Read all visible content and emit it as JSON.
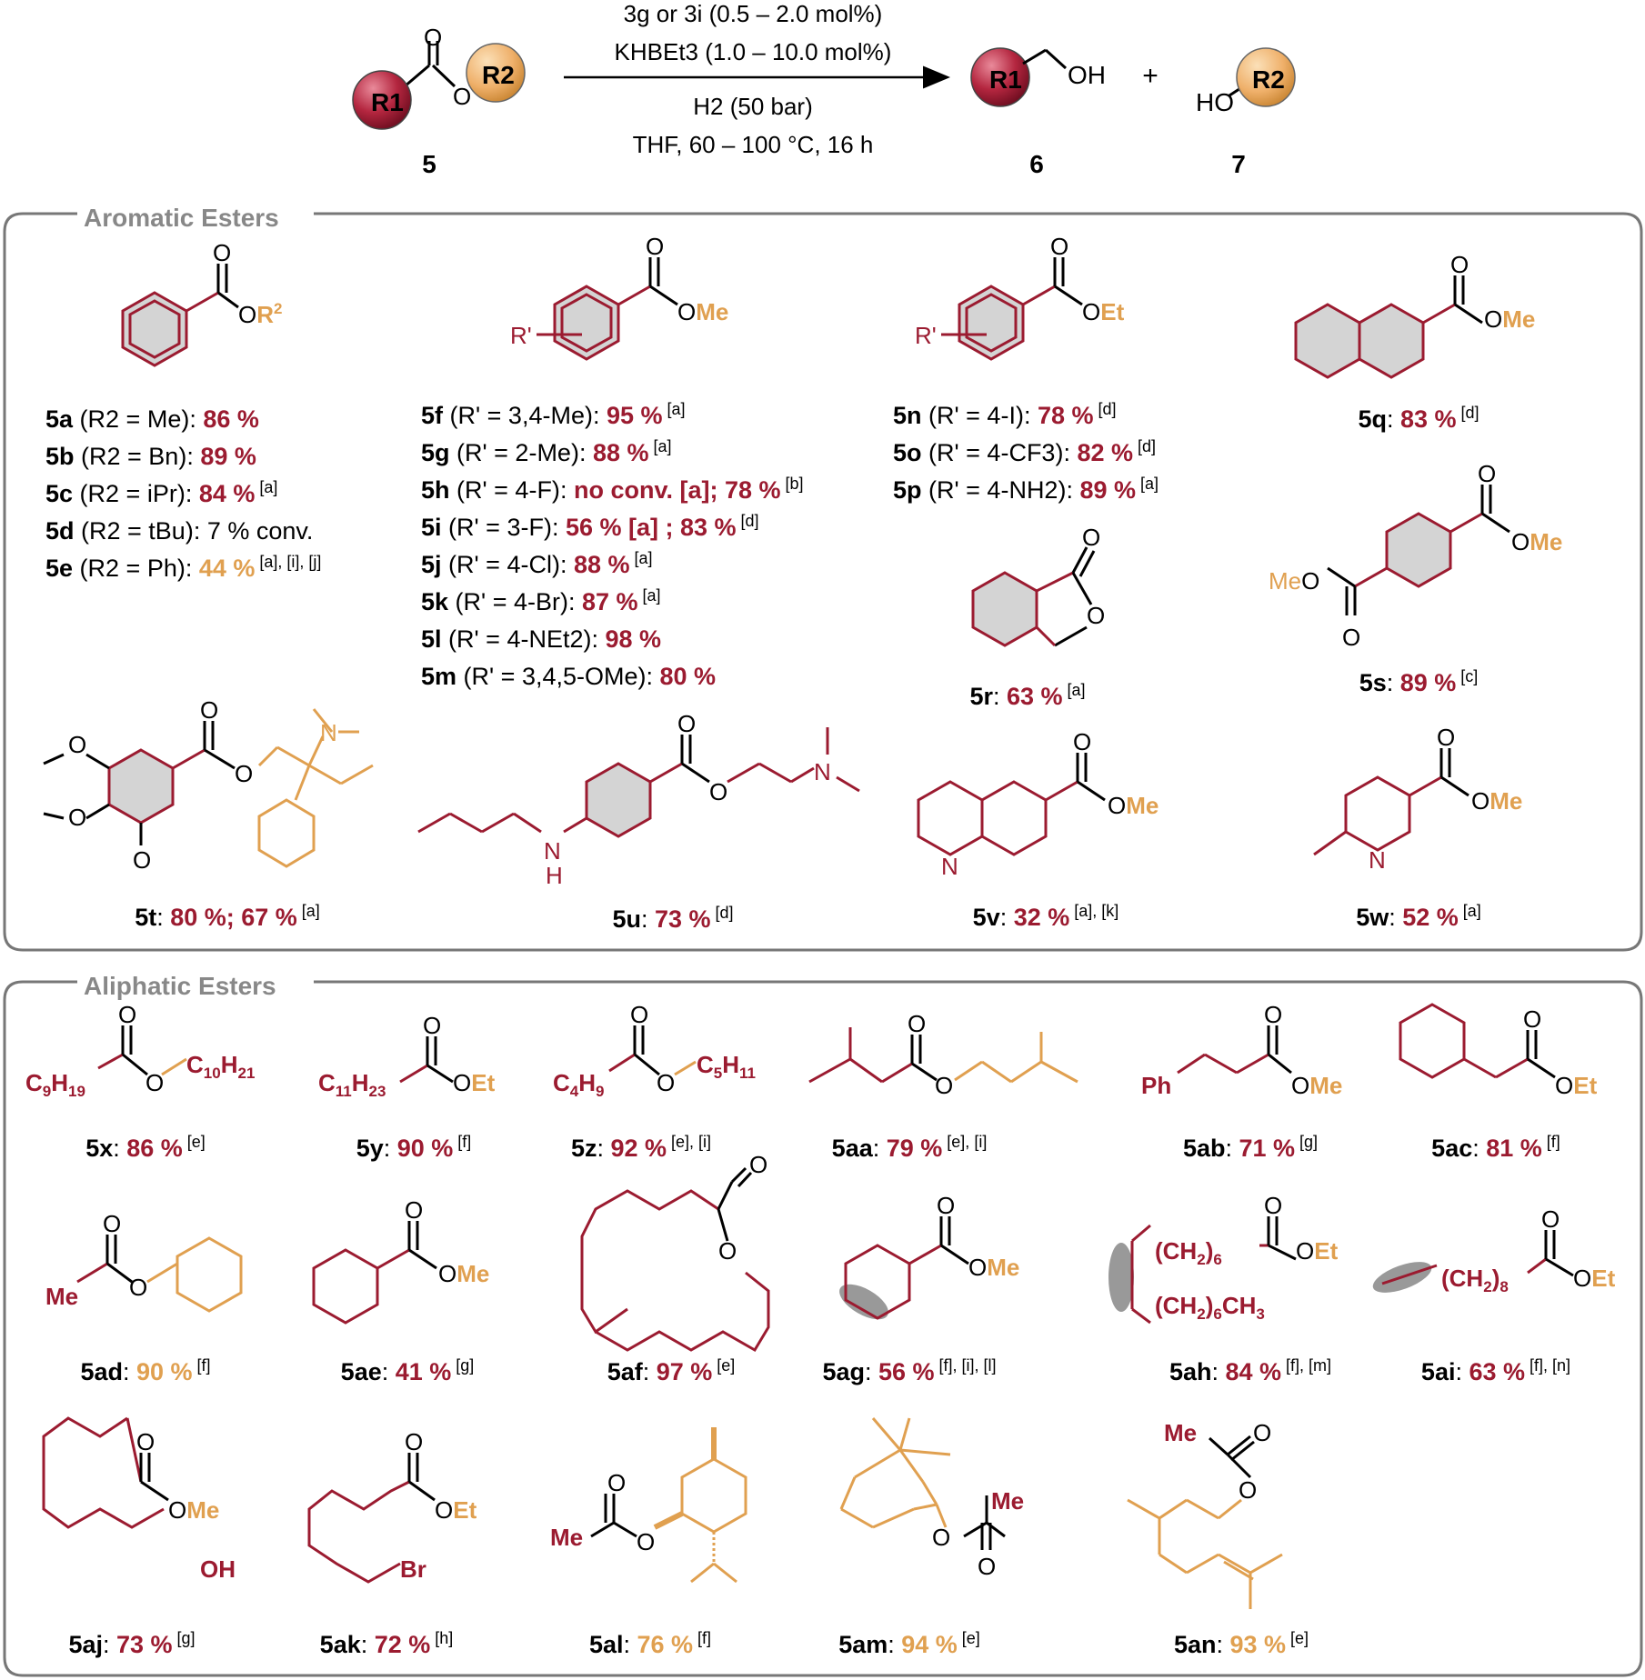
{
  "colors": {
    "maroon": "#9b1b30",
    "orange": "#e0a050",
    "black": "#000000",
    "frame": "#777777",
    "ring_fill": "#d4d4d4"
  },
  "scheme": {
    "reagent_line1": "3g or 3i (0.5 – 2.0 mol%)",
    "reagent_line2": "KHBEt3 (1.0 – 10.0 mol%)",
    "reagent_line3": "H2 (50 bar)",
    "reagent_line4": "THF, 60 – 100 °C, 16 h",
    "substrate_label": "5",
    "product1_label": "6",
    "product2_label": "7",
    "plus": "+",
    "r1": "R1",
    "r2": "R2",
    "oh": "OH",
    "ho": "HO",
    "o": "O"
  },
  "sections": {
    "aromatic_title": "Aromatic Esters",
    "aliphatic_title": "Aliphatic Esters"
  },
  "aromatic": {
    "col1": [
      {
        "id": "5a",
        "cond": "R2 = Me",
        "yield": "86 %",
        "note": ""
      },
      {
        "id": "5b",
        "cond": "R2 = Bn",
        "yield": "89 %",
        "note": ""
      },
      {
        "id": "5c",
        "cond": "R2 = iPr",
        "yield": "84 %",
        "note": "[a]"
      },
      {
        "id": "5d",
        "cond": "R2 = tBu",
        "yield": "7 % conv.",
        "note": ""
      },
      {
        "id": "5e",
        "cond": "R2 = Ph",
        "yield": "44 %",
        "note": "[a], [i], [j]"
      }
    ],
    "col2": [
      {
        "id": "5f",
        "cond": "R' = 3,4-Me",
        "yield": "95 %",
        "note": "[a]"
      },
      {
        "id": "5g",
        "cond": "R' = 2-Me",
        "yield": "88 %",
        "note": "[a]"
      },
      {
        "id": "5h",
        "cond": "R' = 4-F",
        "yield": "no conv. [a]; 78 %",
        "note": "[b]"
      },
      {
        "id": "5i",
        "cond": "R' = 3-F",
        "yield": "56 % [a] ; 83 %",
        "note": "[d]"
      },
      {
        "id": "5j",
        "cond": "R' = 4-Cl",
        "yield": "88 %",
        "note": "[a]"
      },
      {
        "id": "5k",
        "cond": "R' = 4-Br",
        "yield": "87 %",
        "note": "[a]"
      },
      {
        "id": "5l",
        "cond": "R' = 4-NEt2",
        "yield": "98 %",
        "note": ""
      },
      {
        "id": "5m",
        "cond": "R' = 3,4,5-OMe",
        "yield": "80 %",
        "note": ""
      }
    ],
    "col3": [
      {
        "id": "5n",
        "cond": "R' = 4-I",
        "yield": "78 %",
        "note": "[d]"
      },
      {
        "id": "5o",
        "cond": "R' = 4-CF3",
        "yield": "82 %",
        "note": "[d]"
      },
      {
        "id": "5p",
        "cond": "R' = 4-NH2",
        "yield": "89 %",
        "note": "[a]"
      }
    ],
    "singles": [
      {
        "id": "5q",
        "yield": "83 %",
        "note": "[d]"
      },
      {
        "id": "5r",
        "yield": "63 %",
        "note": "[a]"
      },
      {
        "id": "5s",
        "yield": "89 %",
        "note": "[c]"
      },
      {
        "id": "5t",
        "yield": "80 %; 67 %",
        "note": "[a]"
      },
      {
        "id": "5u",
        "yield": "73 %",
        "note": "[d]"
      },
      {
        "id": "5v",
        "yield": "32 %",
        "note": "[a], [k]"
      },
      {
        "id": "5w",
        "yield": "52 %",
        "note": "[a]"
      }
    ],
    "struct_labels": {
      "or2": "OR2",
      "ome": "OMe",
      "oet": "OEt",
      "rprime": "R'",
      "meo": "MeO",
      "n": "N",
      "h": "H",
      "o": "O"
    }
  },
  "aliphatic": {
    "row1": [
      {
        "id": "5x",
        "yield": "86 %",
        "note": "[e]"
      },
      {
        "id": "5y",
        "yield": "90 %",
        "note": "[f]"
      },
      {
        "id": "5z",
        "yield": "92 %",
        "note": "[e], [i]"
      },
      {
        "id": "5aa",
        "yield": "79 %",
        "note": "[e], [i]"
      },
      {
        "id": "5ab",
        "yield": "71 %",
        "note": "[g]"
      },
      {
        "id": "5ac",
        "yield": "81 %",
        "note": "[f]"
      }
    ],
    "row2": [
      {
        "id": "5ad",
        "yield": "90 %",
        "note": "[f]"
      },
      {
        "id": "5ae",
        "yield": "41 %",
        "note": "[g]"
      },
      {
        "id": "5af",
        "yield": "97 %",
        "note": "[e]"
      },
      {
        "id": "5ag",
        "yield": "56 %",
        "note": "[f], [i], [l]"
      },
      {
        "id": "5ah",
        "yield": "84 %",
        "note": "[f], [m]"
      },
      {
        "id": "5ai",
        "yield": "63 %",
        "note": "[f], [n]"
      }
    ],
    "row3": [
      {
        "id": "5aj",
        "yield": "73 %",
        "note": "[g]"
      },
      {
        "id": "5ak",
        "yield": "72 %",
        "note": "[h]"
      },
      {
        "id": "5al",
        "yield": "76 %",
        "note": "[f]"
      },
      {
        "id": "5am",
        "yield": "94 %",
        "note": "[e]"
      },
      {
        "id": "5an",
        "yield": "93 %",
        "note": "[e]"
      }
    ],
    "struct_labels": {
      "c9h19": "C9H19",
      "c10h21": "C10H21",
      "c11h23": "C11H23",
      "c4h9": "C4H9",
      "c5h11": "C5H11",
      "ph": "Ph",
      "me": "Me",
      "ome": "OMe",
      "oet": "OEt",
      "oh": "OH",
      "br": "Br",
      "ch2_6": "(CH2)6",
      "ch2_6ch3": "(CH2)6CH3",
      "ch2_8": "(CH2)8",
      "o": "O"
    }
  }
}
